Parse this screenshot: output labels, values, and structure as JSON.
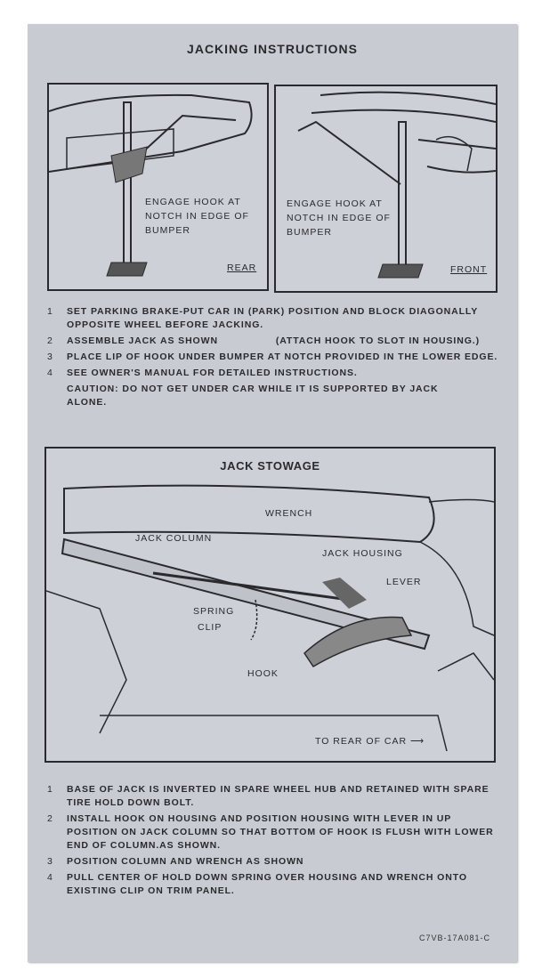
{
  "title": "JACKING INSTRUCTIONS",
  "rear_panel": {
    "caption": "ENGAGE HOOK AT NOTCH IN EDGE OF BUMPER",
    "tag": "REAR"
  },
  "front_panel": {
    "caption": "ENGAGE HOOK AT NOTCH IN EDGE OF BUMPER",
    "tag": "FRONT"
  },
  "jacking_steps": [
    {
      "num": "1",
      "text": "SET PARKING BRAKE-PUT CAR IN (PARK) POSITION AND BLOCK DIAGONALLY OPPOSITE WHEEL BEFORE JACKING."
    },
    {
      "num": "2",
      "text": "ASSEMBLE JACK AS SHOWN                 (ATTACH HOOK TO SLOT IN HOUSING.)"
    },
    {
      "num": "3",
      "text": "PLACE LIP OF HOOK UNDER BUMPER AT NOTCH PROVIDED IN THE LOWER EDGE."
    },
    {
      "num": "4",
      "text": "SEE OWNER'S MANUAL FOR DETAILED INSTRUCTIONS."
    },
    {
      "num": "",
      "text": "CAUTION: DO NOT GET UNDER CAR WHILE IT IS SUPPORTED BY JACK ALONE."
    }
  ],
  "stowage": {
    "title": "JACK STOWAGE",
    "labels": {
      "wrench": "WRENCH",
      "jack_column": "JACK COLUMN",
      "jack_housing": "JACK HOUSING",
      "lever": "LEVER",
      "spring": "SPRING",
      "clip": "CLIP",
      "hook": "HOOK",
      "to_rear": "TO REAR OF CAR"
    }
  },
  "stowage_steps": [
    {
      "num": "1",
      "text": "BASE OF JACK IS INVERTED IN SPARE WHEEL HUB AND RETAINED WITH SPARE TIRE HOLD DOWN BOLT."
    },
    {
      "num": "2",
      "text": "INSTALL HOOK ON HOUSING AND POSITION HOUSING WITH LEVER IN UP POSITION ON JACK COLUMN SO THAT BOTTOM OF HOOK IS FLUSH WITH LOWER END OF COLUMN.AS SHOWN."
    },
    {
      "num": "3",
      "text": "POSITION COLUMN AND WRENCH AS SHOWN"
    },
    {
      "num": "4",
      "text": "PULL CENTER OF HOLD DOWN SPRING OVER HOUSING AND WRENCH ONTO EXISTING CLIP ON TRIM PANEL."
    }
  ],
  "part_code": "C7VB-17A081-C"
}
